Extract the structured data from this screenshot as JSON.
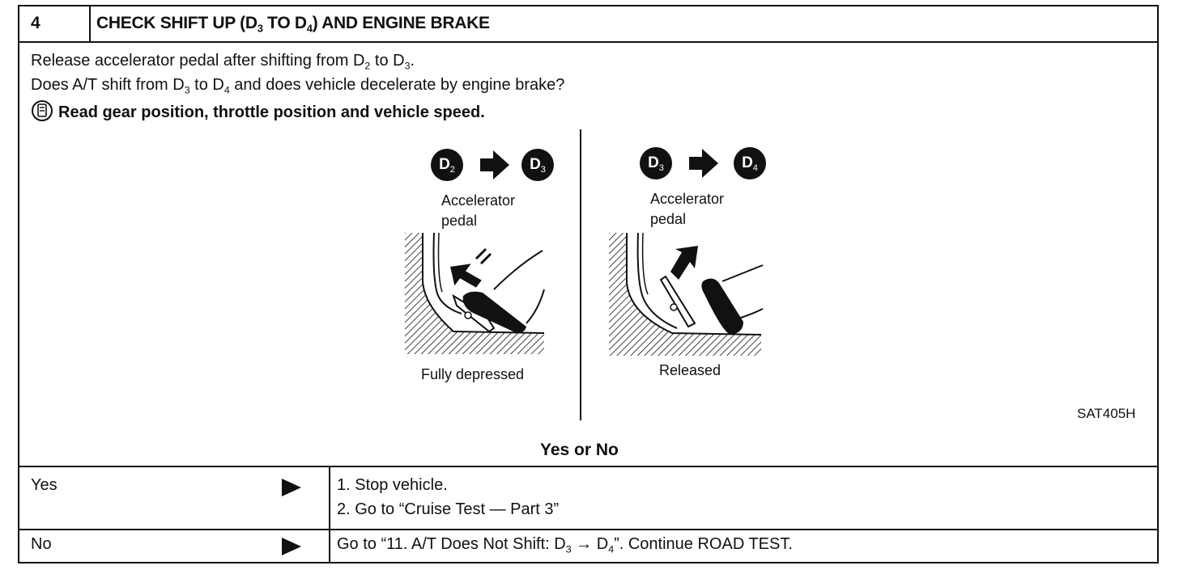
{
  "step": {
    "number": "4",
    "title_pre": "CHECK SHIFT UP (D",
    "title_sub1": "3",
    "title_mid": " TO D",
    "title_sub2": "4",
    "title_post": ") AND ENGINE BRAKE"
  },
  "instructions": {
    "line1": {
      "a": "Release accelerator pedal after shifting from D",
      "s1": "2",
      "b": " to D",
      "s2": "3",
      "c": "."
    },
    "line2": {
      "a": "Does A/T shift from D",
      "s1": "3",
      "b": " to D",
      "s2": "4",
      "c": " and does vehicle decelerate by engine brake?"
    },
    "line3": "Read gear position, throttle position and vehicle speed."
  },
  "figure": {
    "left": {
      "from": {
        "letter": "D",
        "sub": "2"
      },
      "to": {
        "letter": "D",
        "sub": "3"
      },
      "label_line1": "Accelerator",
      "label_line2": "pedal",
      "caption": "Fully depressed"
    },
    "right": {
      "from": {
        "letter": "D",
        "sub": "3"
      },
      "to": {
        "letter": "D",
        "sub": "4"
      },
      "label_line1": "Accelerator",
      "label_line2": "pedal",
      "caption": "Released"
    },
    "code": "SAT405H"
  },
  "question": "Yes or No",
  "answers": {
    "yes": {
      "label": "Yes",
      "action1": "1.  Stop vehicle.",
      "action2": "2.  Go to “Cruise Test — Part 3”"
    },
    "no": {
      "label": "No",
      "action_a": "Go to “11. A/T Does Not Shift: D",
      "s1": "3",
      "arrow": " → D",
      "s2": "4",
      "action_b": "”. Continue ROAD TEST."
    }
  }
}
